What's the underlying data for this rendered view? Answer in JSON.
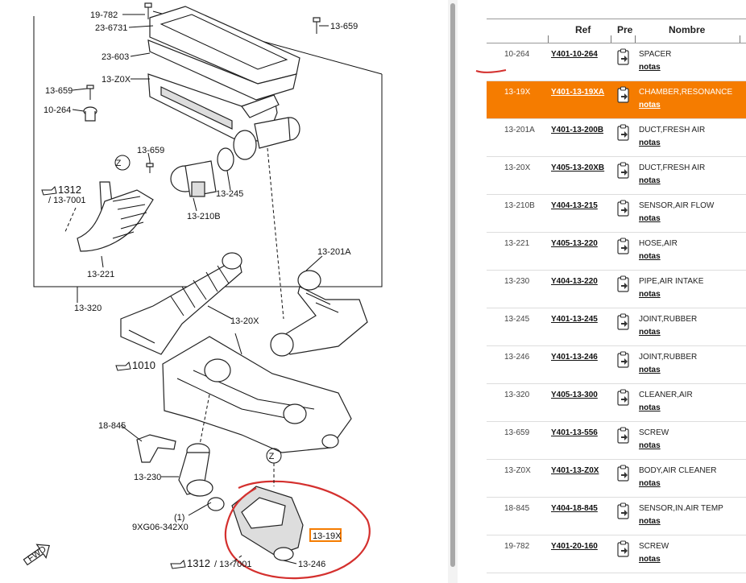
{
  "diagram": {
    "callouts": {
      "c19782": "19-782",
      "c236731": "23-6731",
      "c23603": "23-603",
      "c13659a": "13-659",
      "c13z0x": "13-Z0X",
      "c13659b": "13-659",
      "c10264": "10-264",
      "c13659c": "13-659",
      "c1312a": "1312",
      "c137001a": "/ 13-7001",
      "c13245": "13-245",
      "c13210b": "13-210B",
      "c13221": "13-221",
      "c13320": "13-320",
      "c13201a": "13-201A",
      "c1320x": "13-20X",
      "c1010": "1010",
      "c18845": "18-845",
      "c13230": "13-230",
      "c1one": "(1)",
      "c9xg06": "9XG06-342X0",
      "c1312b": "1312",
      "c137001b": "/ 13-7001",
      "c13246": "13-246",
      "c1319x": "13-19X",
      "zA": "Z",
      "zB": "Z",
      "fwd": "FWD"
    },
    "highlight_color": "#d4302e",
    "marker_color": "#f57c00"
  },
  "table": {
    "headers": {
      "ref": "Ref",
      "pre": "Pre",
      "nombre": "Nombre"
    },
    "note_label": "notas",
    "selected_color": "#f57c00",
    "rows": [
      {
        "code": "10-264",
        "ref": "Y401-10-264",
        "name": "SPACER",
        "notes": "notas"
      },
      {
        "code": "13-19X",
        "ref": "Y401-13-19XA",
        "name": "CHAMBER,RESONANCE",
        "notes": "notas"
      },
      {
        "code": "13-201A",
        "ref": "Y401-13-200B",
        "name": "DUCT,FRESH AIR",
        "notes": "notas"
      },
      {
        "code": "13-20X",
        "ref": "Y405-13-20XB",
        "name": "DUCT,FRESH AIR",
        "notes": "notas"
      },
      {
        "code": "13-210B",
        "ref": "Y404-13-215",
        "name": "SENSOR,AIR FLOW",
        "notes": "notas"
      },
      {
        "code": "13-221",
        "ref": "Y405-13-220",
        "name": "HOSE,AIR",
        "notes": "notas"
      },
      {
        "code": "13-230",
        "ref": "Y404-13-220",
        "name": "PIPE,AIR INTAKE",
        "notes": "notas"
      },
      {
        "code": "13-245",
        "ref": "Y401-13-245",
        "name": "JOINT,RUBBER",
        "notes": "notas"
      },
      {
        "code": "13-246",
        "ref": "Y401-13-246",
        "name": "JOINT,RUBBER",
        "notes": "notas"
      },
      {
        "code": "13-320",
        "ref": "Y405-13-300",
        "name": "CLEANER,AIR",
        "notes": "notas"
      },
      {
        "code": "13-659",
        "ref": "Y401-13-556",
        "name": "SCREW",
        "notes": "notas"
      },
      {
        "code": "13-Z0X",
        "ref": "Y401-13-Z0X",
        "name": "BODY,AIR CLEANER",
        "notes": "notas"
      },
      {
        "code": "18-845",
        "ref": "Y404-18-845",
        "name": "SENSOR,IN.AIR TEMP",
        "notes": "notas"
      },
      {
        "code": "19-782",
        "ref": "Y401-20-160",
        "name": "SCREW",
        "notes": "notas"
      }
    ]
  }
}
